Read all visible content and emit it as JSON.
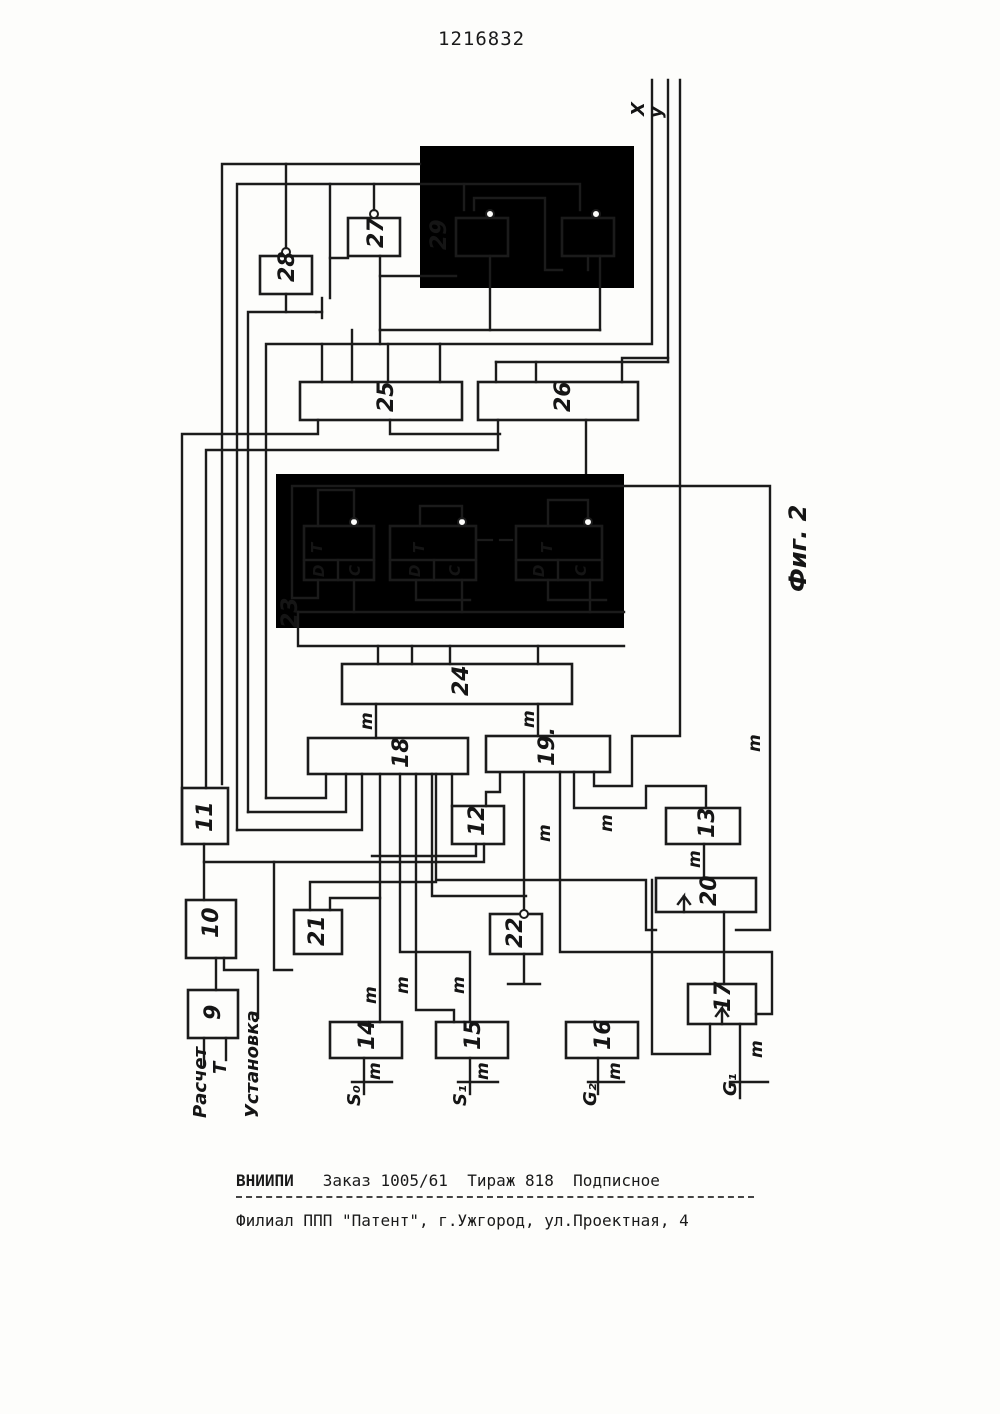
{
  "header": {
    "patent_number": "1216832"
  },
  "figure_label": "Фиг. 2",
  "diagram": {
    "blocks": [
      {
        "id": "9",
        "label": "9"
      },
      {
        "id": "10",
        "label": "10"
      },
      {
        "id": "11",
        "label": "11"
      },
      {
        "id": "12",
        "label": "12"
      },
      {
        "id": "13",
        "label": "13"
      },
      {
        "id": "14",
        "label": "14"
      },
      {
        "id": "15",
        "label": "15"
      },
      {
        "id": "16",
        "label": "16"
      },
      {
        "id": "17",
        "label": "17"
      },
      {
        "id": "18",
        "label": "18"
      },
      {
        "id": "19",
        "label": "19."
      },
      {
        "id": "20",
        "label": "20"
      },
      {
        "id": "21",
        "label": "21"
      },
      {
        "id": "22",
        "label": "22"
      },
      {
        "id": "24",
        "label": "24"
      },
      {
        "id": "25",
        "label": "25"
      },
      {
        "id": "26",
        "label": "26"
      },
      {
        "id": "27",
        "label": "27"
      },
      {
        "id": "28",
        "label": "28"
      }
    ],
    "groups": [
      {
        "id": "23",
        "label": "23"
      },
      {
        "id": "29",
        "label": "29"
      }
    ],
    "trigger_pins": {
      "t": "T",
      "d": "D",
      "c": "C"
    },
    "bus_label": "m",
    "signals": {
      "x": "X",
      "y": "y",
      "s0": "S₀",
      "s1": "S₁",
      "g2": "G₂",
      "g1": "G₁",
      "raschet": "Расчет",
      "t": "T",
      "ustanovka": "Установка"
    }
  },
  "footer": {
    "org": "ВНИИПИ",
    "order": "Заказ 1005/61",
    "circulation": "Тираж 818",
    "subscription": "Подписное",
    "branch": "Филиал ППП \"Патент\", г.Ужгород, ул.Проектная, 4"
  }
}
